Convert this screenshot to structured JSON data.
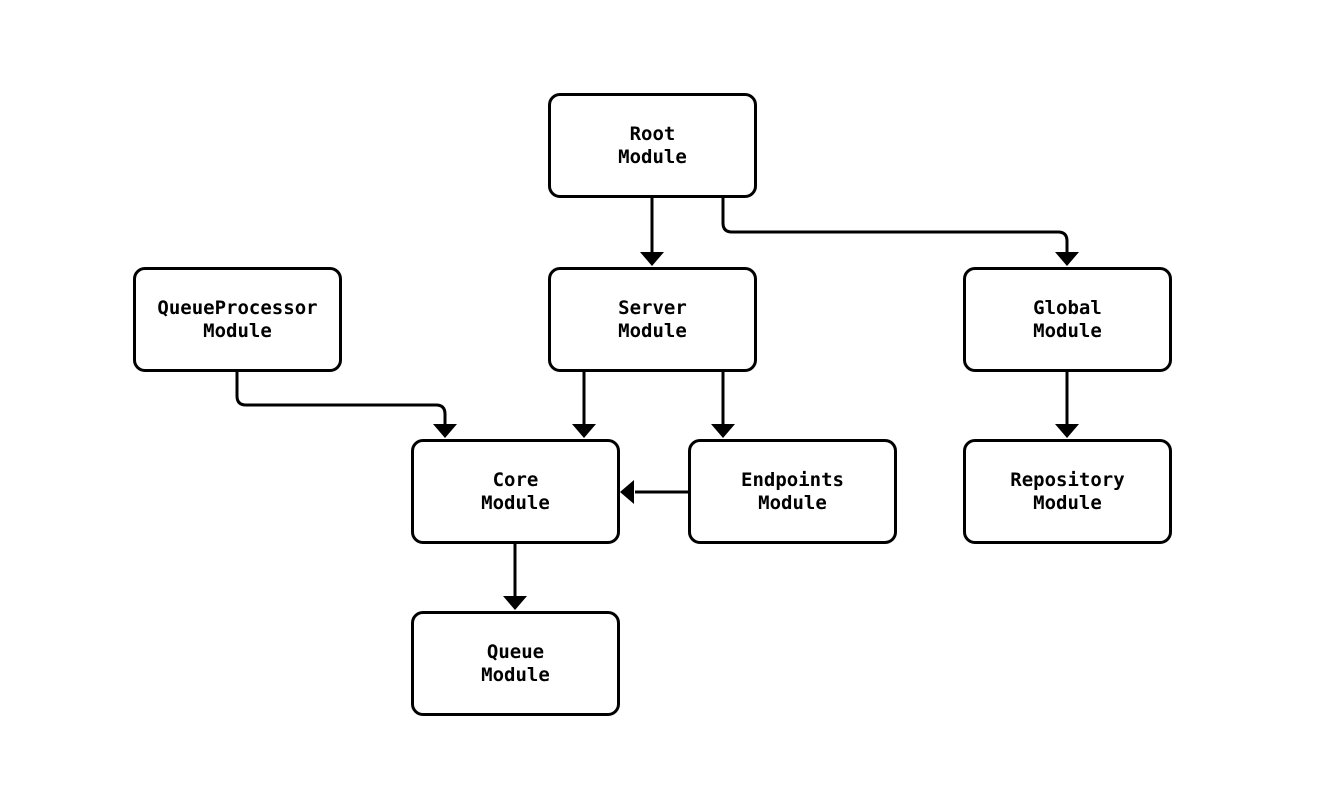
{
  "diagram": {
    "type": "flowchart",
    "background_color": "#ffffff",
    "node_fill_color": "#ffffff",
    "node_border_color": "#000000",
    "edge_color": "#000000",
    "text_color": "#000000",
    "nodes": [
      {
        "id": "root",
        "lines": [
          "Root",
          "Module"
        ]
      },
      {
        "id": "queueprocessor",
        "lines": [
          "QueueProcessor",
          "Module"
        ]
      },
      {
        "id": "server",
        "lines": [
          "Server",
          "Module"
        ]
      },
      {
        "id": "global",
        "lines": [
          "Global",
          "Module"
        ]
      },
      {
        "id": "core",
        "lines": [
          "Core",
          "Module"
        ]
      },
      {
        "id": "endpoints",
        "lines": [
          "Endpoints",
          "Module"
        ]
      },
      {
        "id": "repository",
        "lines": [
          "Repository",
          "Module"
        ]
      },
      {
        "id": "queue",
        "lines": [
          "Queue",
          "Module"
        ]
      }
    ],
    "edges": [
      {
        "from": "root",
        "to": "server"
      },
      {
        "from": "root",
        "to": "global"
      },
      {
        "from": "queueprocessor",
        "to": "core"
      },
      {
        "from": "server",
        "to": "core"
      },
      {
        "from": "server",
        "to": "endpoints"
      },
      {
        "from": "endpoints",
        "to": "core"
      },
      {
        "from": "global",
        "to": "repository"
      },
      {
        "from": "core",
        "to": "queue"
      }
    ]
  }
}
